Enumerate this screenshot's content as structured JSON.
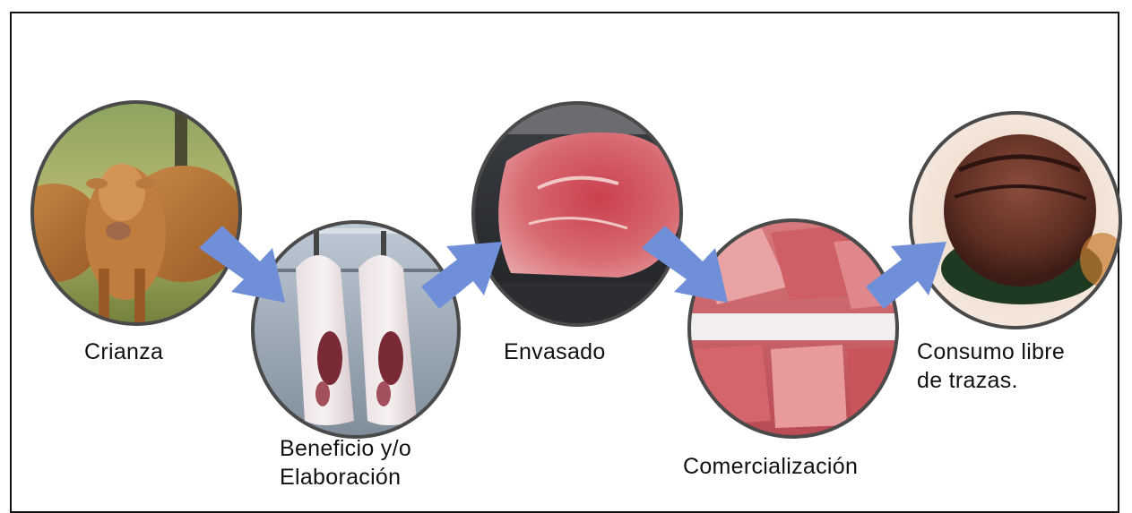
{
  "stages": [
    {
      "label": "Crianza",
      "image": "cattle-photo"
    },
    {
      "label_lines": [
        "Beneficio y/o",
        "Elaboración"
      ],
      "image": "carcass-photo"
    },
    {
      "label": "Envasado",
      "image": "packaged-meat-photo"
    },
    {
      "label": "Comercialización",
      "image": "retail-meat-photo"
    },
    {
      "label_lines": [
        "Consumo libre",
        "de trazas."
      ],
      "image": "cooked-steak-photo"
    }
  ],
  "colors": {
    "arrow": "#6f8fd8",
    "circle_border": "#4a4a4a",
    "frame": "#111111"
  }
}
